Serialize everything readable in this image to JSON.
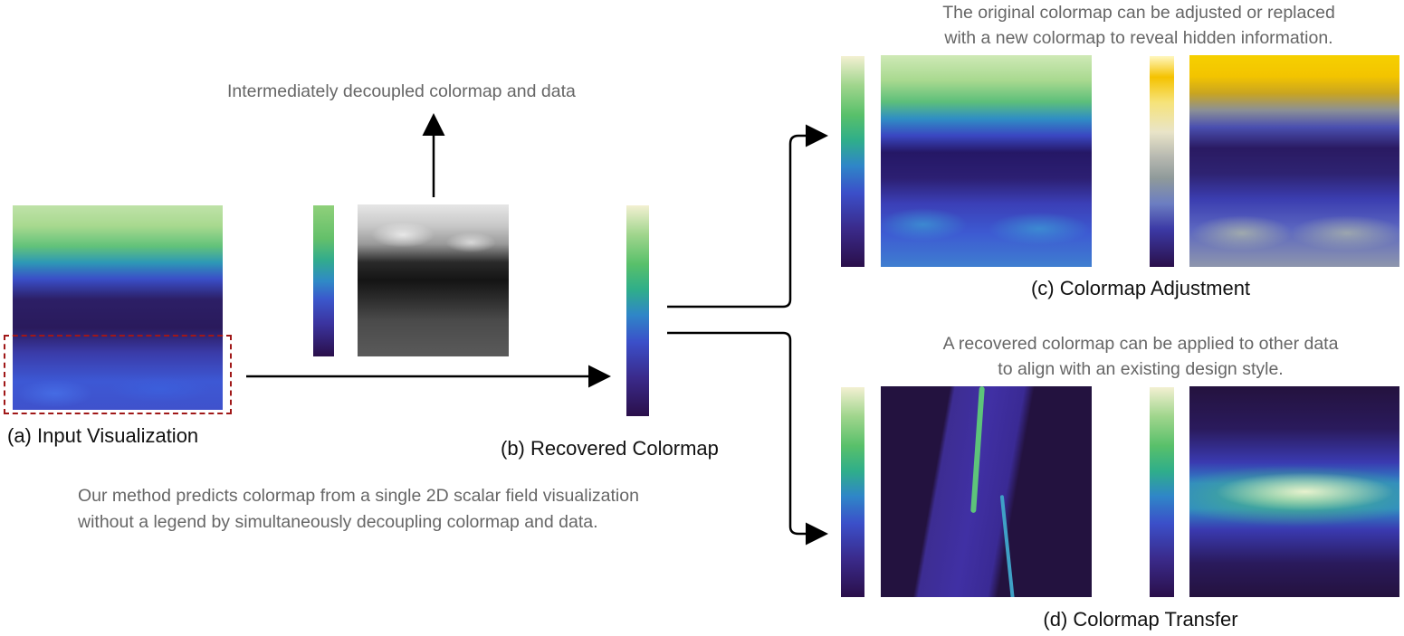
{
  "captions": {
    "a": "(a) Input Visualization",
    "b": "(b) Recovered Colormap",
    "c": "(c) Colormap Adjustment",
    "d": "(d) Colormap Transfer"
  },
  "notes": {
    "intermediate": "Intermediately decoupled colormap and data",
    "method_line1": "Our method predicts colormap from a single 2D scalar field visualization",
    "method_line2": "without a legend by simultaneously decoupling colormap and data.",
    "adjust_line1": "The original colormap can be adjusted or replaced",
    "adjust_line2": "with a new colormap to reveal hidden information.",
    "transfer_line1": "A recovered colormap can be applied to other data",
    "transfer_line2": "to align with an existing design style."
  },
  "colors": {
    "arrow": "#000000",
    "highlight_box": "#a01818",
    "note_text": "#666666"
  }
}
